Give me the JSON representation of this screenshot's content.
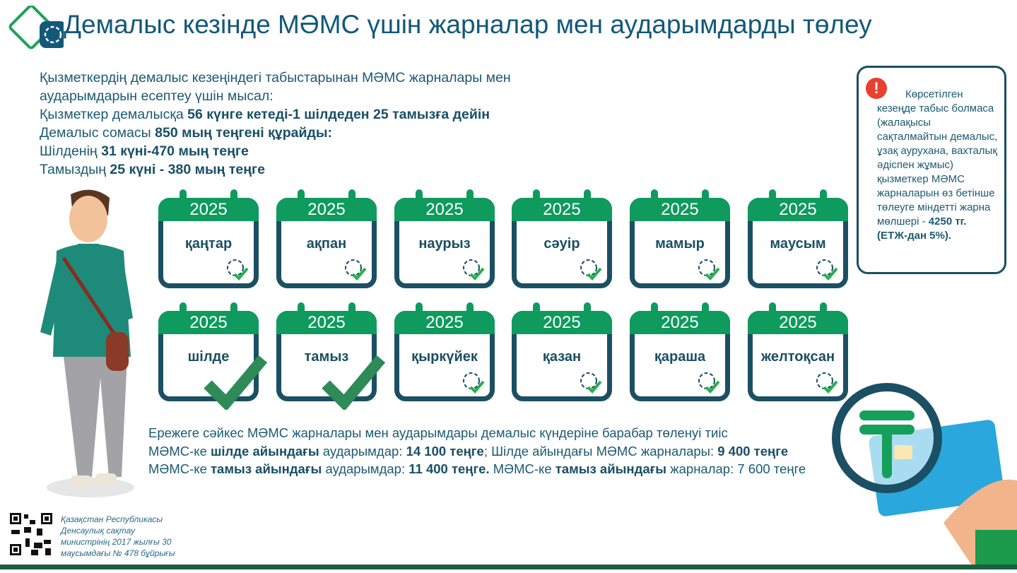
{
  "title": "Демалыс кезінде МӘМС үшін жарналар мен аударымдарды төлеу",
  "intro": {
    "lines": [
      [
        {
          "t": "Қызметкердің демалыс кезеңіндегі табыстарынан МӘМС жарналары мен"
        }
      ],
      [
        {
          "t": "аударымдарын есептеу үшін мысал:"
        }
      ],
      [
        {
          "t": "Қызметкер демалысқа "
        },
        {
          "t": "56 күнге кетеді-1 шілдеден 25 тамызға дейін"
        }
      ],
      [
        {
          "t": "Демалыс сомасы "
        },
        {
          "t": "850 мың теңгені құрайды:"
        }
      ],
      [
        {
          "t": "Шілденің "
        },
        {
          "t": "31 күні-470 мың теңге"
        }
      ],
      [
        {
          "t": "Тамыздың "
        },
        {
          "t": "25 күні - 380 мың теңге"
        }
      ]
    ]
  },
  "calendar": {
    "year": "2025",
    "months": [
      "қаңтар",
      "ақпан",
      "наурыз",
      "сәуір",
      "мамыр",
      "маусым",
      "шілде",
      "тамыз",
      "қыркүйек",
      "қазан",
      "қараша",
      "желтоқсан"
    ],
    "checked": [
      "шілде",
      "тамыз"
    ]
  },
  "note": {
    "icon": "!",
    "first": "Көрсетілген",
    "text": "кезеңде табыс болмаса (жалақысы сақталмайтын демалыс, ұзақ аурухана, вахталық әдіспен жұмыс) қызметкер МӘМС жарналарын өз бетінше төлеуге міндетті жарна мөлшері - ",
    "amount": "4250 тг. (ЕТЖ-дан 5%)."
  },
  "rule": {
    "line1": "Ережеге сәйкес МӘМС жарналары мен аударымдары демалыс күндеріне барабар төленуі тиіс",
    "l2": [
      "МӘМС-ке ",
      "шілде айындағы",
      " аударымдар: ",
      "14 100 теңге",
      "; Шілде айындағы МӘМС жарналары: ",
      "9 400 теңге"
    ],
    "l3": [
      "МӘМС-ке ",
      "тамыз айындағы",
      " аударымдар: ",
      "11 400 теңге.",
      " МӘМС-ке ",
      "тамыз айындағы",
      " жарналар: 7 600 теңге"
    ]
  },
  "footer": "Қазақстан Республикасы Денсаулық сақтау министрінің 2017 жылғы 30 маусымдағы № 478 бұйрығы",
  "colors": {
    "green": "#0f9a5e",
    "teal": "#1b4f63",
    "text": "#1b5a72",
    "alert": "#e8412f"
  }
}
